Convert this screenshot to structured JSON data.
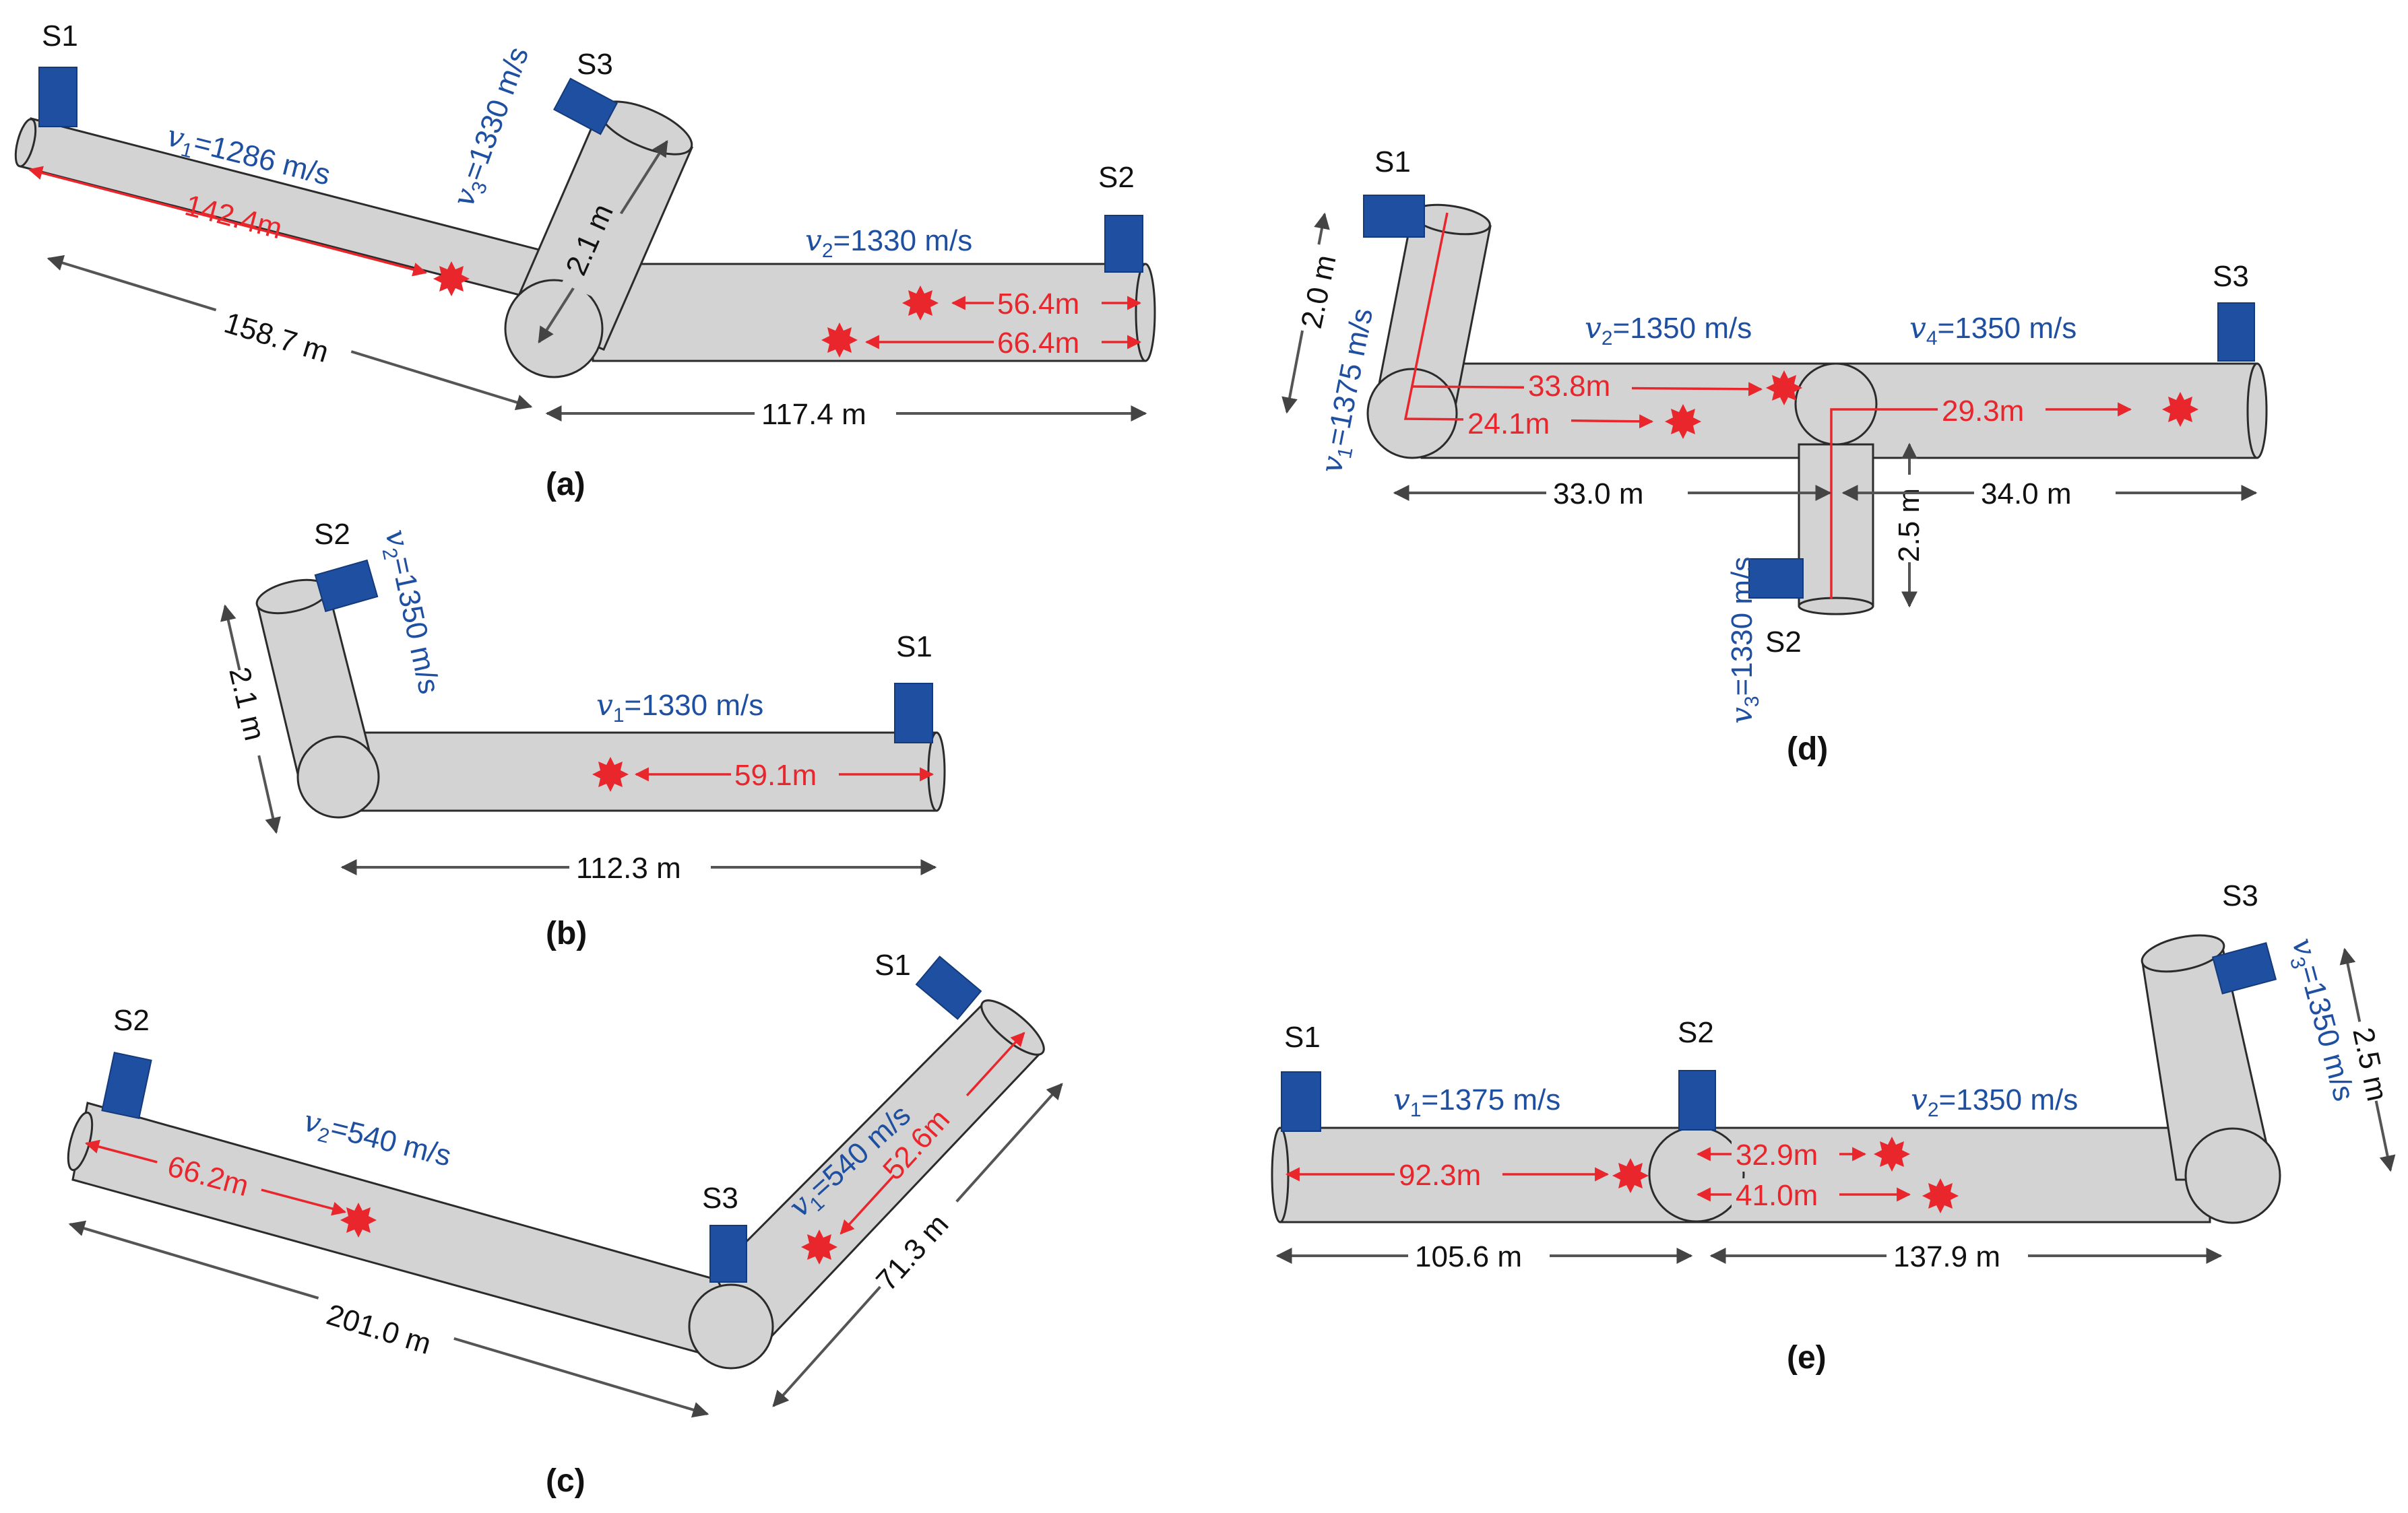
{
  "panels": {
    "a": {
      "label": "(a)",
      "sensors": [
        "S1",
        "S2",
        "S3"
      ],
      "velocities": [
        {
          "sym": "v",
          "sub": "1",
          "value": "=1286 m/s"
        },
        {
          "sym": "v",
          "sub": "2",
          "value": "=1330 m/s"
        },
        {
          "sym": "v",
          "sub": "3",
          "value": "=1330 m/s"
        }
      ],
      "leaks": [
        "142.4m",
        "56.4m",
        "66.4m"
      ],
      "dims": [
        "158.7 m",
        "117.4 m",
        "2.1 m"
      ]
    },
    "b": {
      "label": "(b)",
      "sensors": [
        "S1",
        "S2"
      ],
      "velocities": [
        {
          "sym": "v",
          "sub": "1",
          "value": "=1330 m/s"
        },
        {
          "sym": "v",
          "sub": "2",
          "value": "=1350 m/s"
        }
      ],
      "leaks": [
        "59.1m"
      ],
      "dims": [
        "112.3 m",
        "2.1 m"
      ]
    },
    "c": {
      "label": "(c)",
      "sensors": [
        "S1",
        "S2",
        "S3"
      ],
      "velocities": [
        {
          "sym": "v",
          "sub": "1",
          "value": "=540 m/s"
        },
        {
          "sym": "v",
          "sub": "2",
          "value": "=540 m/s"
        }
      ],
      "leaks": [
        "66.2m",
        "52.6m"
      ],
      "dims": [
        "201.0 m",
        "71.3 m"
      ]
    },
    "d": {
      "label": "(d)",
      "sensors": [
        "S1",
        "S2",
        "S3"
      ],
      "velocities": [
        {
          "sym": "v",
          "sub": "1",
          "value": "=1375 m/s"
        },
        {
          "sym": "v",
          "sub": "2",
          "value": "=1350 m/s"
        },
        {
          "sym": "v",
          "sub": "3",
          "value": "=1330 m/s"
        },
        {
          "sym": "v",
          "sub": "4",
          "value": "=1350 m/s"
        }
      ],
      "leaks": [
        "33.8m",
        "24.1m",
        "29.3m"
      ],
      "dims": [
        "33.0 m",
        "34.0 m",
        "2.0 m",
        "2.5 m"
      ]
    },
    "e": {
      "label": "(e)",
      "sensors": [
        "S1",
        "S2",
        "S3"
      ],
      "velocities": [
        {
          "sym": "v",
          "sub": "1",
          "value": "=1375 m/s"
        },
        {
          "sym": "v",
          "sub": "2",
          "value": "=1350 m/s"
        },
        {
          "sym": "v",
          "sub": "3",
          "value": "=1350 m/s"
        }
      ],
      "leaks": [
        "92.3m",
        "32.9m",
        "41.0m"
      ],
      "dims": [
        "105.6 m",
        "137.9 m",
        "2.5 m"
      ]
    }
  },
  "colors": {
    "pipe": "#d3d3d3",
    "sensor": "#1f4fa1",
    "leak": "#e8262c",
    "velocity_text": "#1f4fa1"
  },
  "icons": {
    "sensor": "sensor-icon",
    "leak": "leak-star-icon"
  }
}
